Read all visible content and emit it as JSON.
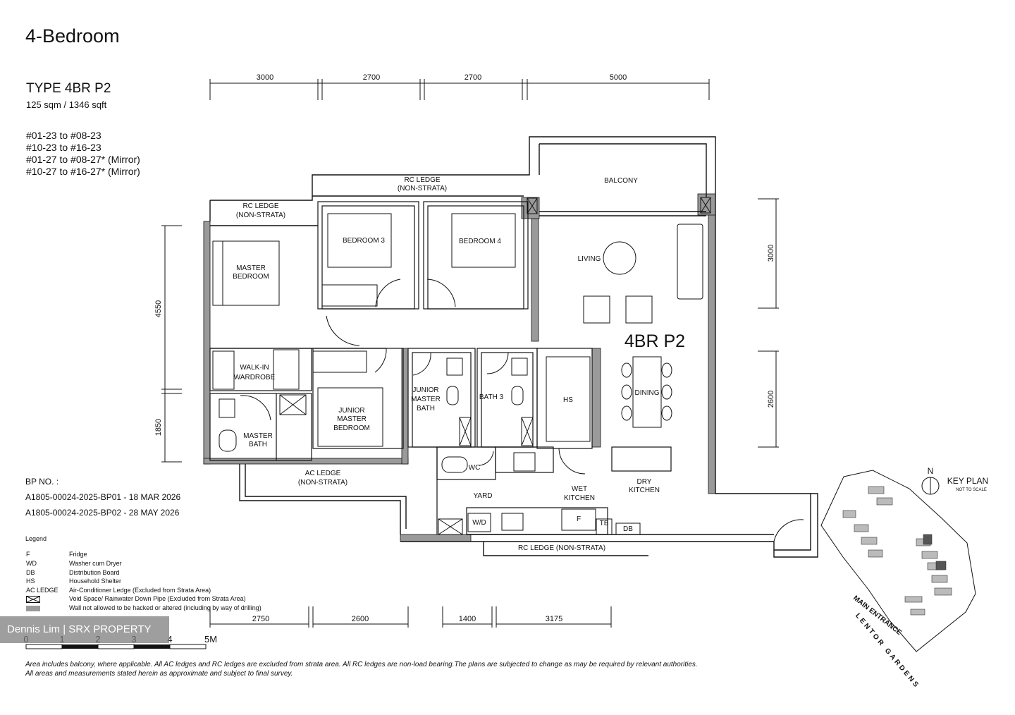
{
  "title": "4-Bedroom",
  "unit_type": "TYPE 4BR P2",
  "area": "125 sqm / 1346 sqft",
  "units": [
    "#01-23 to #08-23",
    "#10-23 to #16-23",
    "#01-27 to #08-27* (Mirror)",
    "#10-27 to #16-27* (Mirror)"
  ],
  "bp": {
    "label": "BP NO. :",
    "lines": [
      "A1805-00024-2025-BP01 - 18 MAR 2026",
      "A1805-00024-2025-BP02 - 28 MAY 2026"
    ]
  },
  "legend": {
    "title": "Legend",
    "items": [
      {
        "key": "F",
        "desc": "Fridge"
      },
      {
        "key": "WD",
        "desc": "Washer cum Dryer"
      },
      {
        "key": "DB",
        "desc": "Distribution Board"
      },
      {
        "key": "HS",
        "desc": "Household Shelter"
      },
      {
        "key": "AC LEDGE",
        "desc": "Air-Conditioner Ledge (Excluded from Strata Area)"
      },
      {
        "key": "",
        "desc": "Void Space/ Rainwater Down Pipe (Excluded from Strata Area)"
      },
      {
        "key": "",
        "desc": "Wall not allowed to be hacked or altered (including by way of drilling)"
      }
    ]
  },
  "watermark": "Dennis Lim | SRX PROPERTY",
  "scale_labels": [
    "0",
    "1",
    "2",
    "3",
    "4",
    "5M"
  ],
  "dims_top": [
    "3000",
    "2700",
    "2700",
    "5000"
  ],
  "dims_bottom": [
    "2750",
    "2600",
    "1400",
    "3175"
  ],
  "dims_left": [
    "4550",
    "1850"
  ],
  "dims_right": [
    "3000",
    "2600"
  ],
  "rooms": {
    "balcony": "BALCONY",
    "living": "LIVING",
    "dining": "DINING",
    "dry_kitchen": [
      "DRY",
      "KITCHEN"
    ],
    "wet_kitchen": [
      "WET",
      "KITCHEN"
    ],
    "yard": "YARD",
    "master_bedroom": [
      "MASTER",
      "BEDROOM"
    ],
    "bedroom3": "BEDROOM 3",
    "bedroom4": "BEDROOM 4",
    "walkin": [
      "WALK-IN",
      "WARDROBE"
    ],
    "master_bath": [
      "MASTER",
      "BATH"
    ],
    "junior_master_bedroom": [
      "JUNIOR",
      "MASTER",
      "BEDROOM"
    ],
    "junior_master_bath": [
      "JUNIOR",
      "MASTER",
      "BATH"
    ],
    "bath3": "BATH 3",
    "hs": "HS",
    "wc": "WC",
    "wd": "W/D",
    "f": "F",
    "tb": "TB",
    "db": "DB"
  },
  "ledges": {
    "rc_left": [
      "RC LEDGE",
      "(NON-STRATA)"
    ],
    "rc_top": [
      "RC LEDGE",
      "(NON-STRATA)"
    ],
    "ac": [
      "AC LEDGE",
      "(NON-STRATA)"
    ],
    "rc_bottom": "RC LEDGE (NON-STRATA)"
  },
  "plan_label": "4BR P2",
  "key_plan": {
    "title": "KEY PLAN",
    "subtitle": "NOT TO SCALE",
    "north": "N",
    "main_entrance": "MAIN ENTRANCE",
    "road": "LENTOR GARDENS"
  },
  "footnote": [
    "Area includes balcony, where applicable. All AC ledges and RC ledges are excluded from strata area. All RC ledges are non-load bearing.The plans are subjected to change as may be required by relevant authorities.",
    "All areas and measurements stated herein as approximate and subject to final survey."
  ]
}
